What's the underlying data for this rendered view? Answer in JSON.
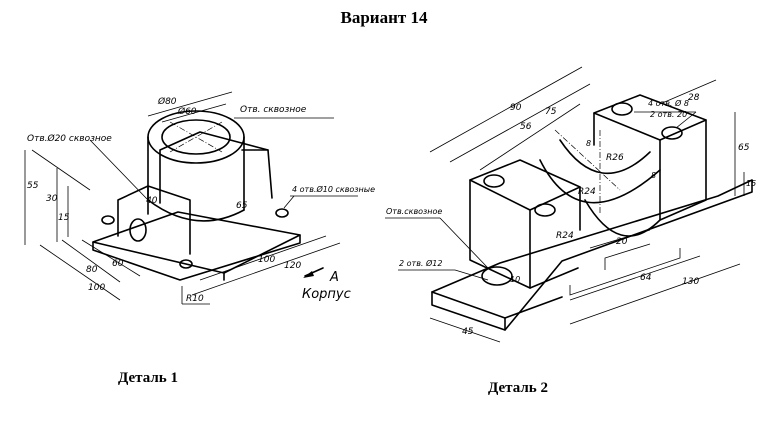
{
  "title": "Вариант 14",
  "part1": {
    "caption": "Деталь 1",
    "labels": {
      "hole20": "Отв.Ø20 сквозное",
      "through": "Отв. сквозное",
      "holes10": "4 отв.Ø10 сквозные",
      "view": "А",
      "body": "Корпус"
    },
    "dims": {
      "d80": "Ø80",
      "d60": "Ø60",
      "h55": "55",
      "h30": "30",
      "h15": "15",
      "w40": "40",
      "h65": "65",
      "l80": "80",
      "l60": "60",
      "l100": "100",
      "w100": "100",
      "w120": "120",
      "r10": "R10"
    }
  },
  "part2": {
    "caption": "Деталь 2",
    "labels": {
      "through": "Отв.сквозное",
      "holes12": "2 отв. Ø12",
      "holes8": "4 отв. Ø 8",
      "holes20": "2 отв. 20"
    },
    "dims": {
      "l90": "90",
      "l75": "75",
      "l56": "56",
      "w28": "28",
      "h65": "65",
      "h15": "15",
      "r26": "R26",
      "r24a": "R24",
      "r24b": "R24",
      "s8a": "8",
      "s8b": "8",
      "w20": "20",
      "l64": "64",
      "l130": "130",
      "d45": "45",
      "d10": "10"
    }
  }
}
